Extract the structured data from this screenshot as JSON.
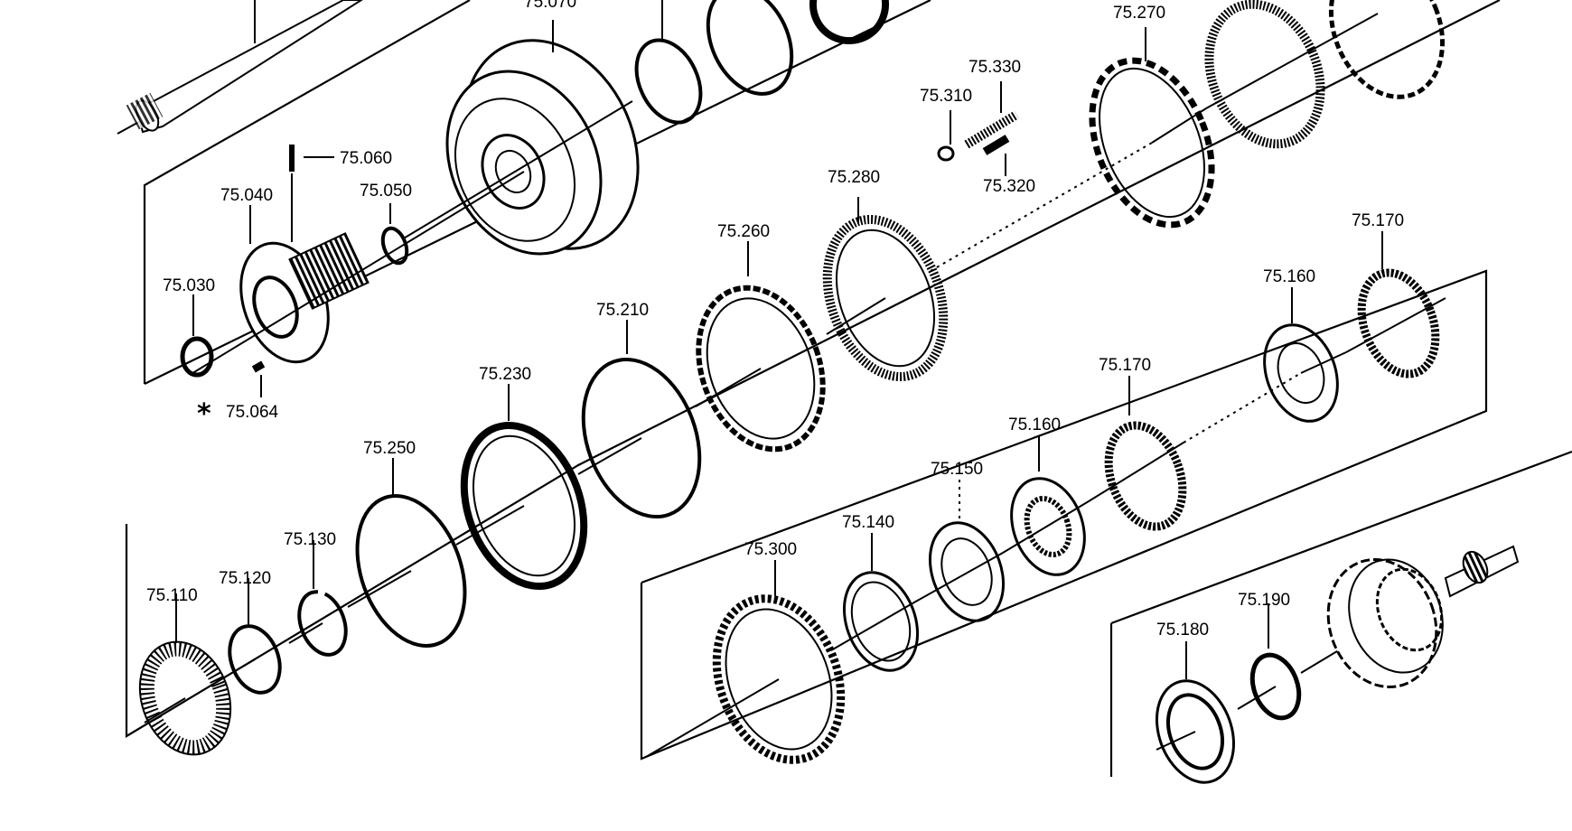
{
  "labels": {
    "p75070": "75.070",
    "p75270": "75.270",
    "p75330": "75.330",
    "p75310": "75.310",
    "p75320": "75.320",
    "p75060": "75.060",
    "p75040": "75.040",
    "p75050": "75.050",
    "p75030": "75.030",
    "p75064": "75.064",
    "p75280": "75.280",
    "p75260": "75.260",
    "p75210": "75.210",
    "p75230": "75.230",
    "p75250": "75.250",
    "p75130": "75.130",
    "p75120": "75.120",
    "p75110": "75.110",
    "p75170a": "75.170",
    "p75160a": "75.160",
    "p75170b": "75.170",
    "p75160b": "75.160",
    "p75150": "75.150",
    "p75140": "75.140",
    "p75300": "75.300",
    "p75180": "75.180",
    "p75190": "75.190"
  },
  "footnote_marker": "*"
}
